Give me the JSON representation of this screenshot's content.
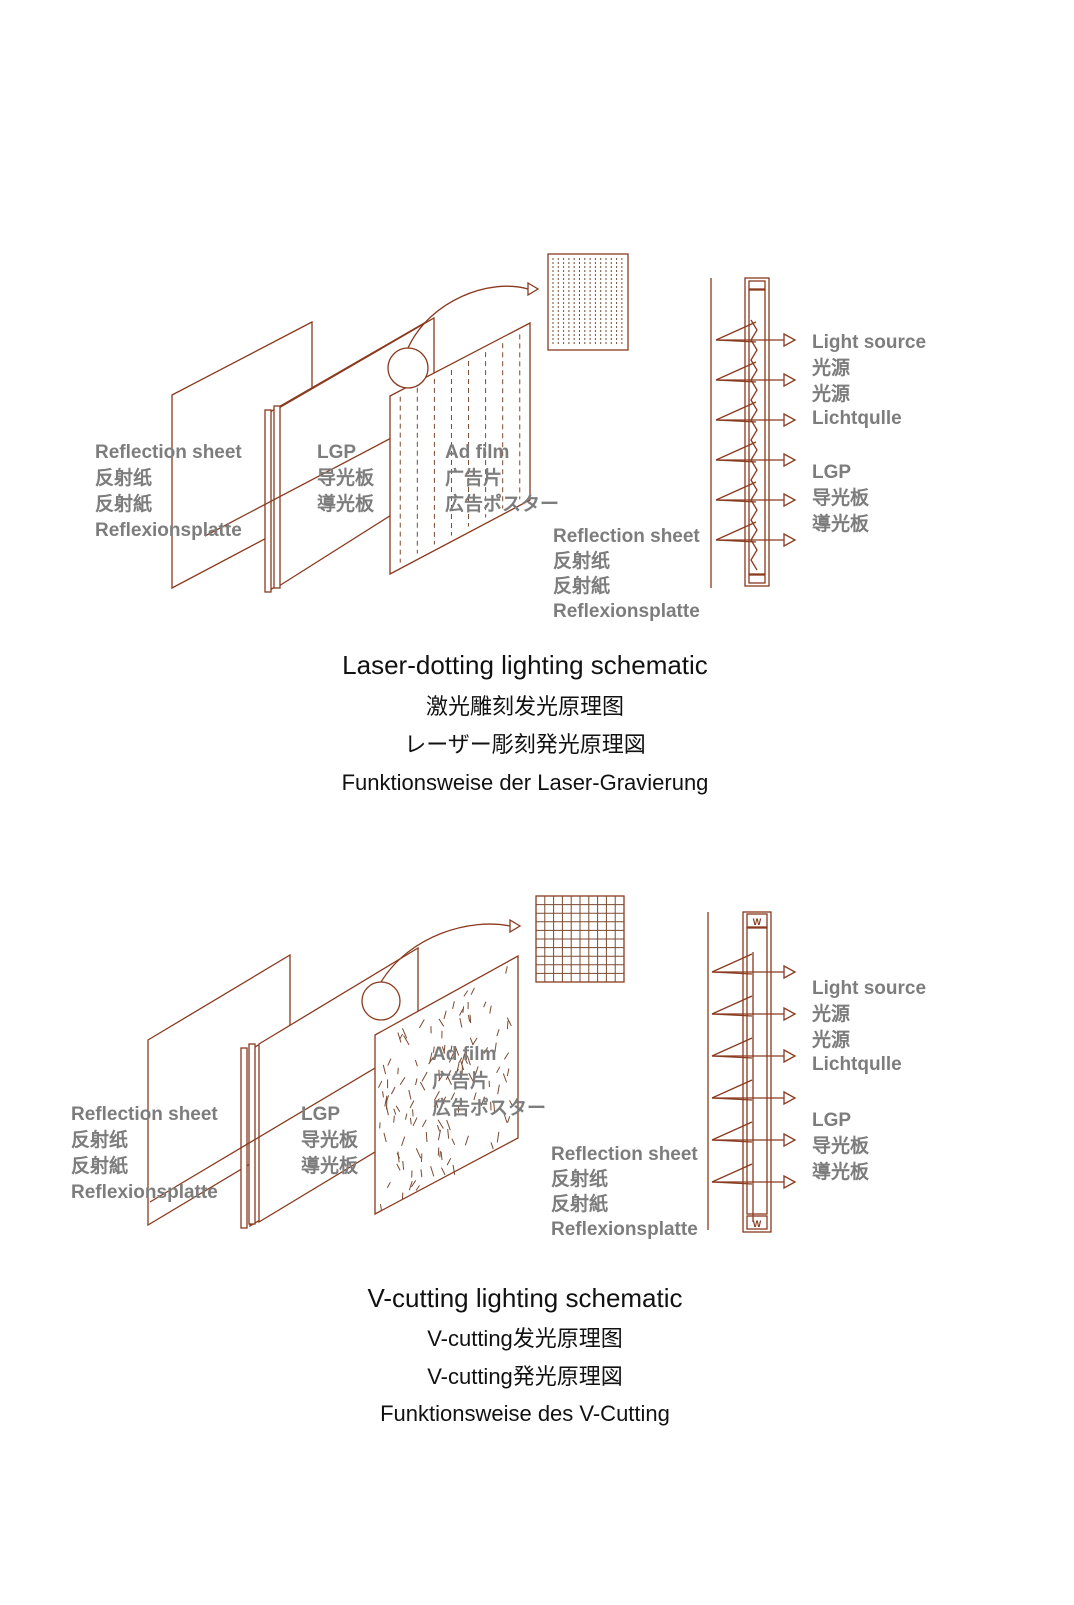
{
  "colors": {
    "line": "#8a3a1e",
    "label": "#7d7d7d",
    "caption": "#111111",
    "background": "#ffffff"
  },
  "diagram1": {
    "reflection": [
      "Reflection sheet",
      "反射纸",
      "反射紙",
      "Reflexionsplatte"
    ],
    "lgp": [
      "LGP",
      "导光板",
      "導光板"
    ],
    "adfilm": [
      "Ad film",
      "广告片",
      "広告ポスター"
    ],
    "side_reflection": [
      "Reflection sheet",
      "反射纸",
      "反射紙",
      "Reflexionsplatte"
    ],
    "light": [
      "Light source",
      "光源",
      "光源",
      "Lichtqulle"
    ],
    "side_lgp": [
      "LGP",
      "导光板",
      "導光板"
    ],
    "caption": [
      "Laser-dotting lighting schematic",
      "激光雕刻发光原理图",
      "レーザー彫刻発光原理図",
      "Funktionsweise der Laser-Gravierung"
    ]
  },
  "diagram2": {
    "reflection": [
      "Reflection sheet",
      "反射纸",
      "反射紙",
      "Reflexionsplatte"
    ],
    "lgp": [
      "LGP",
      "导光板",
      "導光板"
    ],
    "adfilm": [
      "Ad film",
      "广告片",
      "広告ポスター"
    ],
    "side_reflection": [
      "Reflection sheet",
      "反射纸",
      "反射紙",
      "Reflexionsplatte"
    ],
    "light": [
      "Light source",
      "光源",
      "光源",
      "Lichtqulle"
    ],
    "side_lgp": [
      "LGP",
      "导光板",
      "導光板"
    ],
    "frame_mark": "W",
    "caption": [
      "V-cutting lighting schematic",
      "V-cutting发光原理图",
      "V-cutting発光原理図",
      "Funktionsweise des V-Cutting"
    ]
  }
}
